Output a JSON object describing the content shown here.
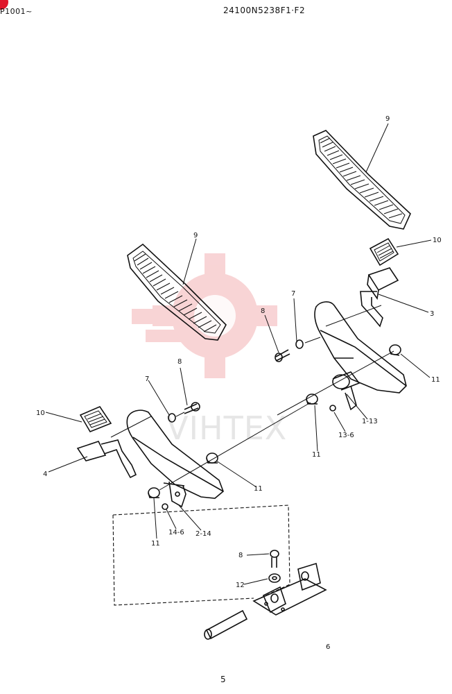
{
  "header": {
    "serial_range": "P1001~",
    "part_number": "24100N5238F1·F2"
  },
  "footer": {
    "page_number": "5"
  },
  "watermark": {
    "text": "VIHTEX",
    "color": "#e0162b"
  },
  "callouts": {
    "c9a": "9",
    "c9b": "9",
    "c10a": "10",
    "c10b": "10",
    "c3": "3",
    "c4": "4",
    "c7a": "7",
    "c7b": "7",
    "c8a": "8",
    "c8b": "8",
    "c8c": "8",
    "c11a": "11",
    "c11b": "11",
    "c11c": "11",
    "c11d": "11",
    "c1_13": "1-13",
    "c13_6": "13-6",
    "c2_14": "2-14",
    "c14_6": "14-6",
    "c12": "12",
    "c6": "6"
  }
}
